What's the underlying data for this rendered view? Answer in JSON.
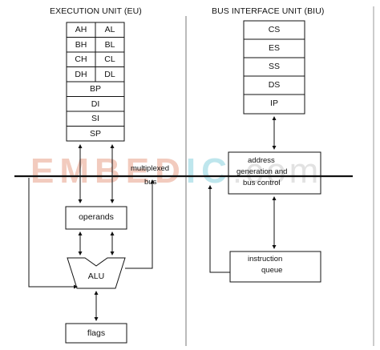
{
  "watermark": {
    "main": "EMBED",
    "accent": "IC",
    "suffix": ".com"
  },
  "eu": {
    "title": "EXECUTION UNIT (EU)",
    "pairs": [
      [
        "AH",
        "AL"
      ],
      [
        "BH",
        "BL"
      ],
      [
        "CH",
        "CL"
      ],
      [
        "DH",
        "DL"
      ]
    ],
    "singles": [
      "BP",
      "DI",
      "SI",
      "SP"
    ],
    "operands": "operands",
    "alu": "ALU",
    "flags": "flags"
  },
  "biu": {
    "title": "BUS INTERFACE UNIT (BIU)",
    "segments": [
      "CS",
      "ES",
      "SS",
      "DS",
      "IP"
    ],
    "address": [
      "address",
      "generation and",
      "bus control"
    ],
    "queue": [
      "instruction",
      "queue"
    ]
  },
  "bus": {
    "label": [
      "multiplexed",
      "bus"
    ]
  }
}
